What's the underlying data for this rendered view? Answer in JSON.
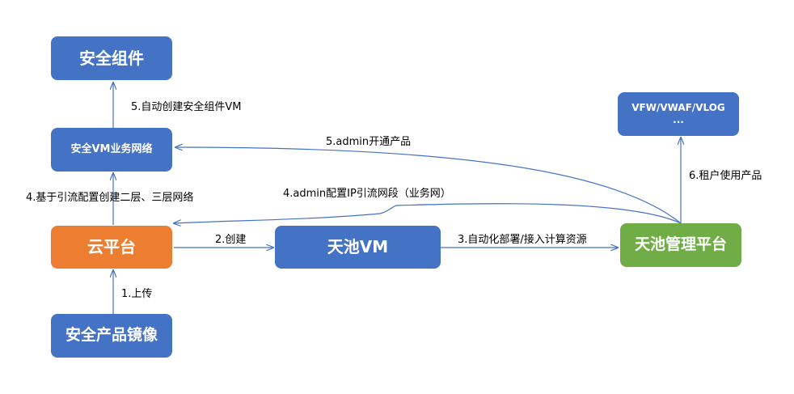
{
  "nodes": {
    "security_component": "安全组件",
    "security_vm_network": "安全VM业务网络",
    "cloud_platform": "云平台",
    "security_image": "安全产品镜像",
    "tianchi_vm": "天池VM",
    "tianchi_mgmt": "天池管理平台",
    "vfw_line1": "VFW/VWAF/VLOG",
    "vfw_line2": "..."
  },
  "edges": {
    "upload": "1.上传",
    "create": "2.创建",
    "auto_deploy": "3.自动化部署/接入计算资源",
    "create_l2l3": "4.基于引流配置创建二层、三层网络",
    "admin_ip": "4.admin配置IP引流网段（业务网）",
    "admin_open": "5.admin开通产品",
    "auto_create_vm": "5.自动创建安全组件VM",
    "tenant_use": "6.租户使用产品"
  },
  "colors": {
    "blue": "#4472c4",
    "orange": "#ed7d31",
    "green": "#70ad47",
    "arrow": "#4472c4"
  }
}
